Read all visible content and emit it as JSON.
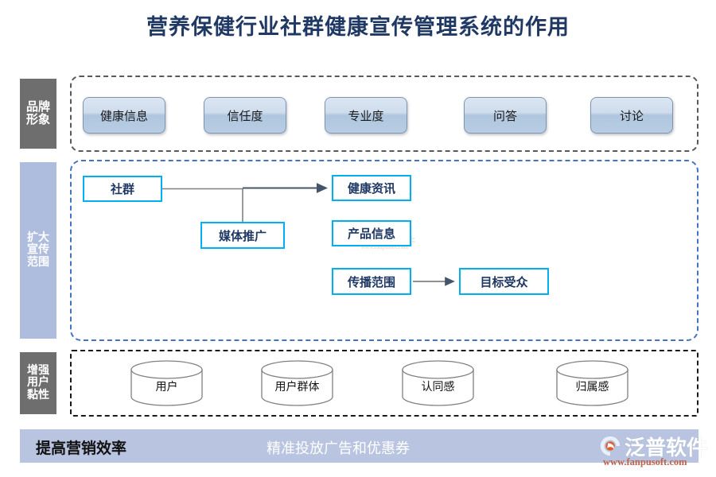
{
  "title": "营养保健行业社群健康宣传管理系统的作用",
  "colors": {
    "title_text": "#1f3864",
    "label_gray": "#6e6e6e",
    "label_periwinkle": "#aebcde",
    "box_border_cyan": "#00b0f0",
    "panel_dash_blue": "#4472c4",
    "footer_bar": "#b8c4e0",
    "connector_gray": "#7f7f7f"
  },
  "sections": [
    {
      "id": "brand-image",
      "label": "品牌形象",
      "label_lines": [
        "品牌",
        "形象"
      ],
      "items": [
        "健康信息",
        "信任度",
        "专业度",
        "问答",
        "讨论"
      ]
    },
    {
      "id": "expand-reach",
      "label": "扩大宣传范围",
      "label_lines": [
        "扩大",
        "宣传",
        "范围"
      ],
      "boxes": [
        {
          "id": "community",
          "label": "社群"
        },
        {
          "id": "media-promotion",
          "label": "媒体推广"
        },
        {
          "id": "health-info",
          "label": "健康资讯"
        },
        {
          "id": "product-info",
          "label": "产品信息"
        },
        {
          "id": "spread-scope",
          "label": "传播范围"
        },
        {
          "id": "target-audience",
          "label": "目标受众"
        }
      ],
      "connections": [
        {
          "from": "社群",
          "to": "健康资讯"
        },
        {
          "from": "媒体推广",
          "to": "健康资讯"
        },
        {
          "from": "传播范围",
          "to": "目标受众"
        }
      ]
    },
    {
      "id": "user-stickiness",
      "label": "增强用户黏性",
      "label_lines": [
        "增强",
        "用户",
        "黏性"
      ],
      "cylinders": [
        "用户",
        "用户群体",
        "认同感",
        "归属感"
      ]
    }
  ],
  "footer": {
    "left_label": "提高营销效率",
    "center_label": "精准投放广告和优惠券"
  },
  "logo": {
    "name": "泛普软件",
    "url": "www.fanpusoft.com",
    "mark": "fanpu-logo-icon"
  },
  "watermark": {
    "name": "泛普软件",
    "url": "www.fanpusoft.com"
  }
}
